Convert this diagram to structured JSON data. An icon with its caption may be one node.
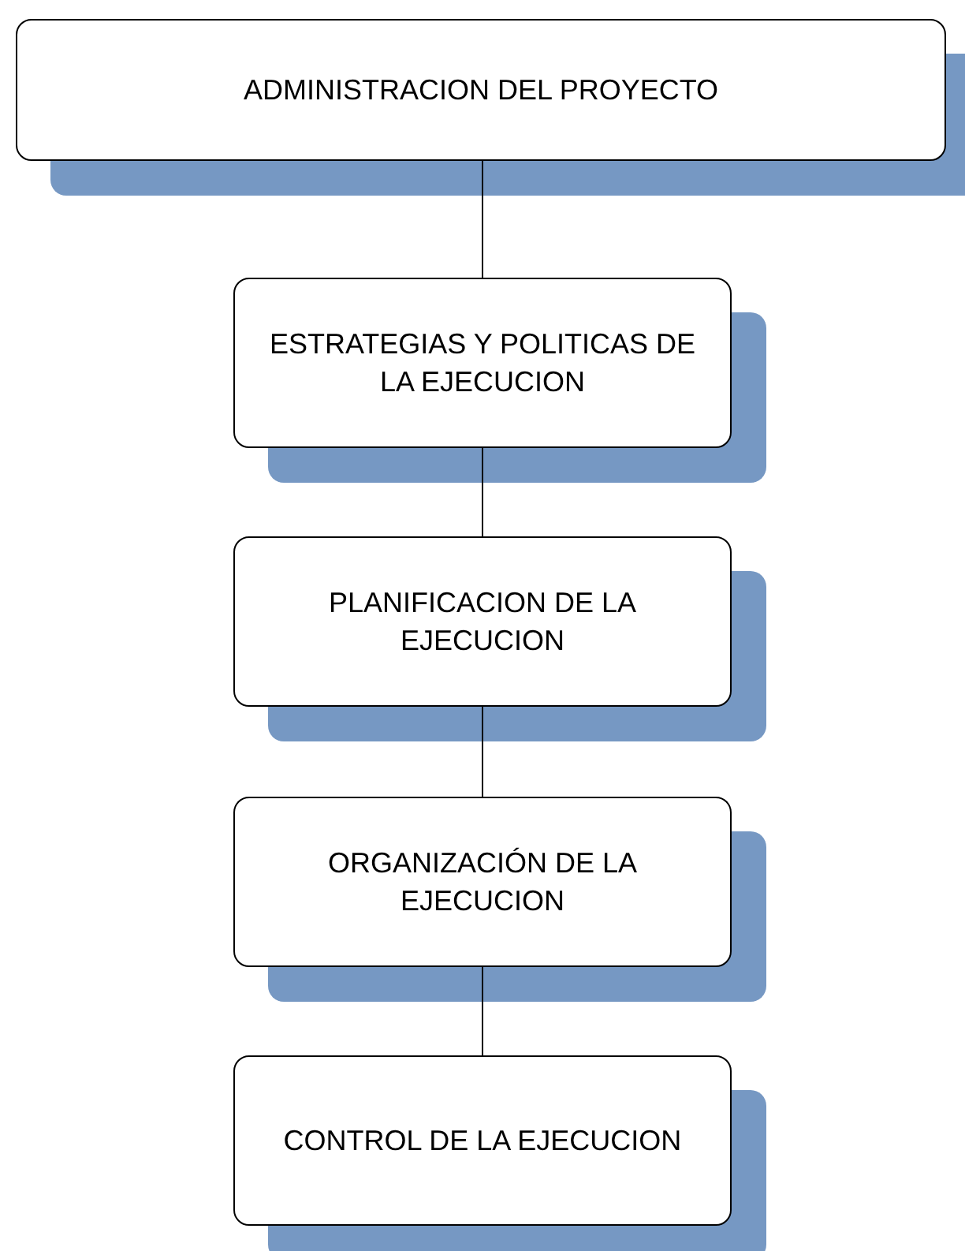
{
  "diagram": {
    "nodes": [
      {
        "text": [
          "ADMINISTRACION DEL PROYECTO"
        ]
      },
      {
        "text": [
          "ESTRATEGIAS Y POLITICAS DE LA EJECUCION"
        ]
      },
      {
        "text": [
          "PLANIFICACION DE LA EJECUCION"
        ]
      },
      {
        "text": [
          "ORGANIZACIÓN DE LA EJECUCION"
        ]
      },
      {
        "text": [
          "CONTROL DE LA EJECUCION"
        ]
      }
    ],
    "edges": [
      {
        "from": 0,
        "to": 1,
        "arrow": "none"
      },
      {
        "from": 1,
        "to": 2,
        "arrow": "none"
      },
      {
        "from": 2,
        "to": 3,
        "arrow": "none"
      },
      {
        "from": 3,
        "to": 4,
        "arrow": "none"
      }
    ]
  }
}
